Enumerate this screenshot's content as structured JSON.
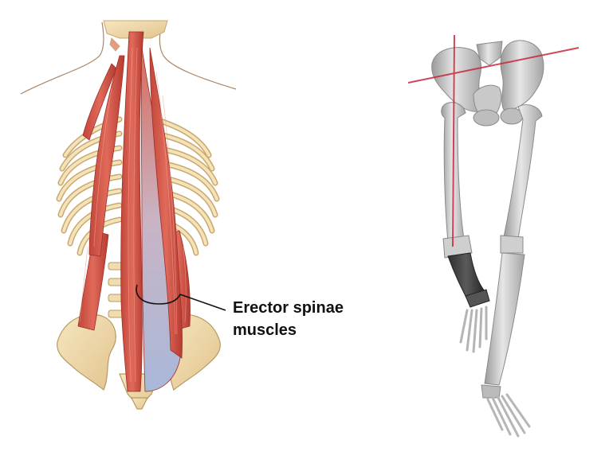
{
  "figure": {
    "left_panel": {
      "subject": "posterior view of trunk showing erector spinae muscles over rib cage, vertebral column and pelvis",
      "label": {
        "line1": "Erector spinae",
        "line2": "muscles"
      },
      "colors": {
        "muscle": "#d9574a",
        "muscle_dark": "#b8392f",
        "bone": "#f0dcae",
        "bone_outline": "#b89a62",
        "tendon": "#b9c3dc",
        "skin_outline": "#a07c5c",
        "leader_line": "#111111"
      }
    },
    "right_panel": {
      "subject": "anterior view of pelvis and lower limb skeleton with alignment reference lines",
      "colors": {
        "bone": "#d8d8d8",
        "bone_shadow": "#8e8e8e",
        "bone_dark": "#3e3e3e",
        "reference_line": "#c8283c"
      }
    }
  }
}
